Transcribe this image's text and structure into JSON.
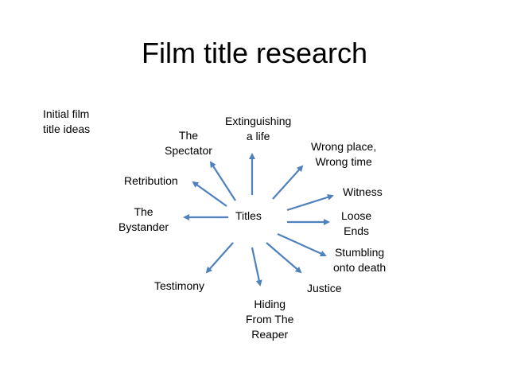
{
  "title": "Film title research",
  "note": "Initial film\ntitle ideas",
  "center": "Titles",
  "arrow_color": "#4f81bd",
  "nodes": {
    "extinguishing": "Extinguishing\na life",
    "spectator": "The\nSpectator",
    "retribution": "Retribution",
    "bystander": "The\nBystander",
    "testimony": "Testimony",
    "hiding": "Hiding\nFrom The\nReaper",
    "justice": "Justice",
    "stumbling": "Stumbling\nonto death",
    "loose": "Loose\nEnds",
    "witness": "Witness",
    "wrong_place": "Wrong place,\nWrong time"
  }
}
